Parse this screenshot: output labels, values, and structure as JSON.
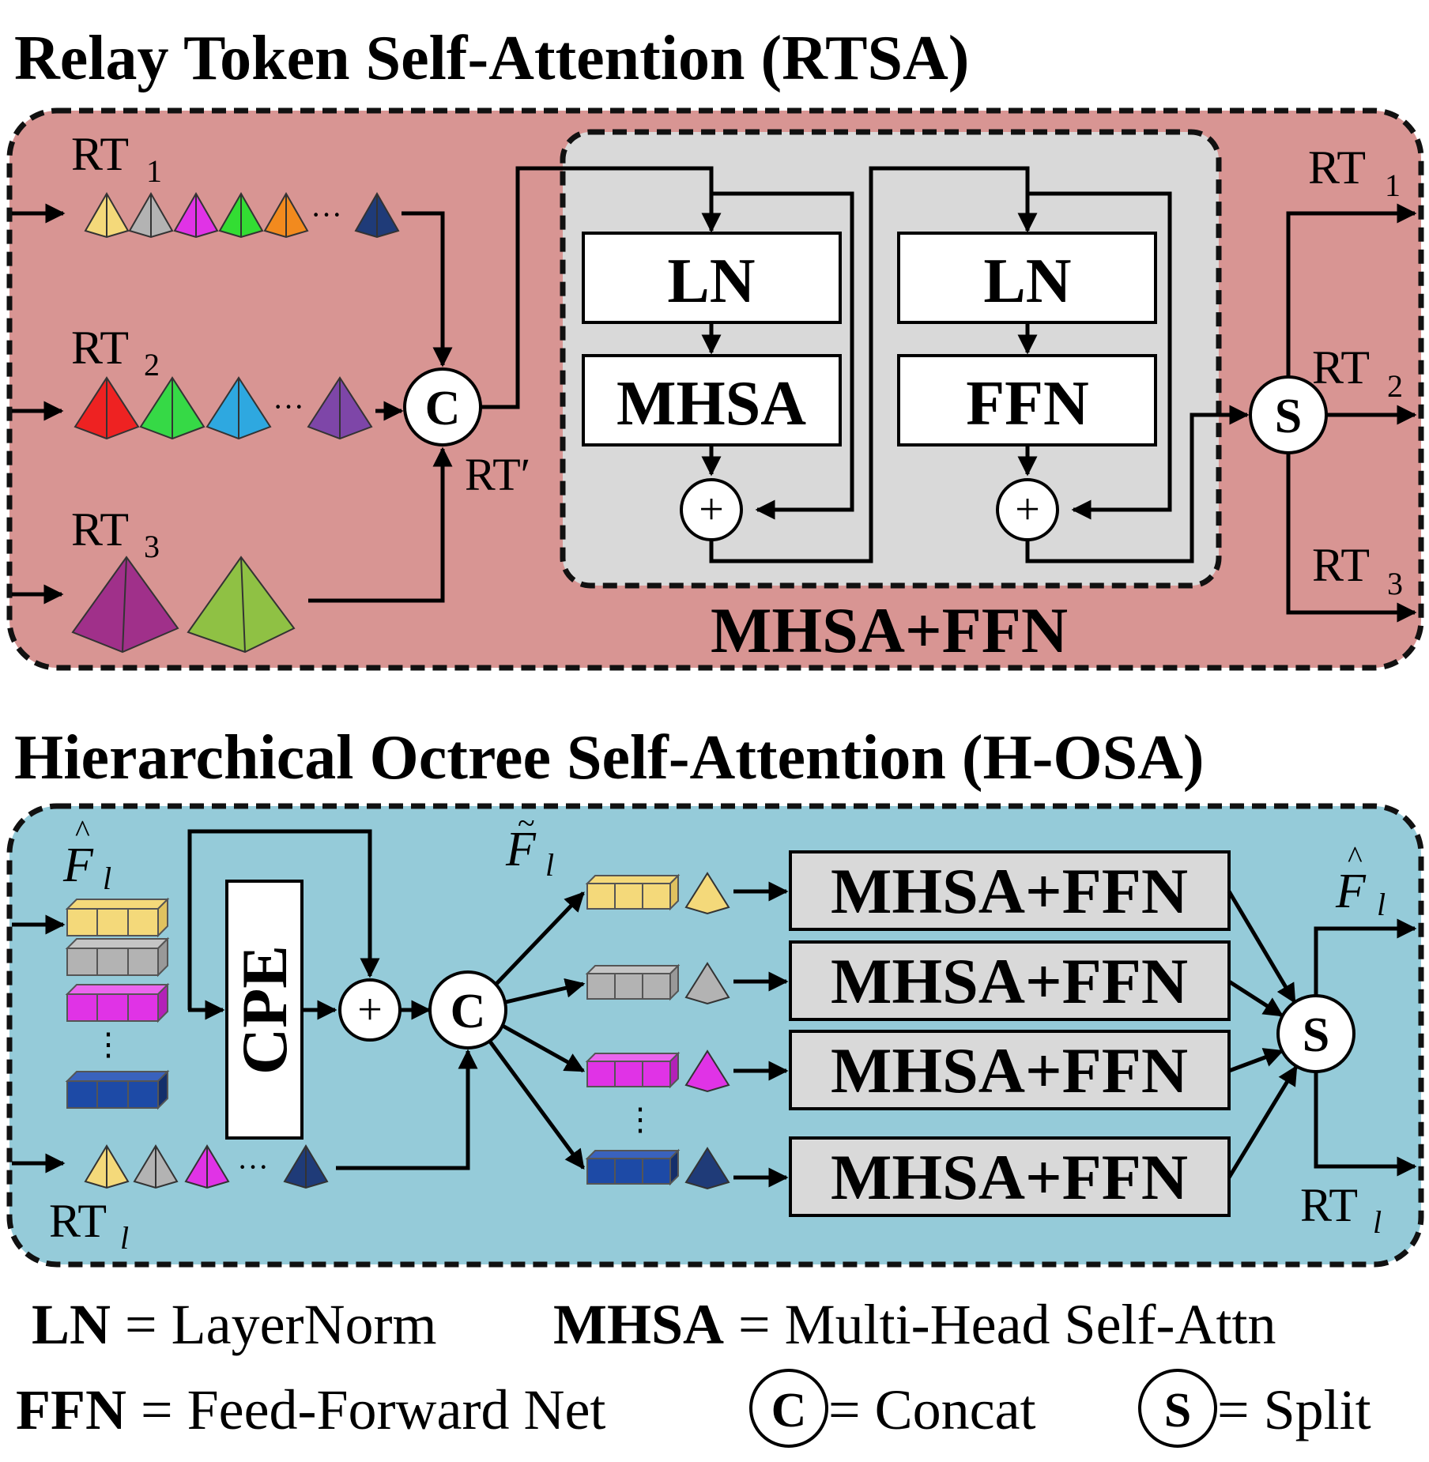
{
  "rtsa": {
    "title": "Relay Token Self-Attention (RTSA)",
    "bg_color": "#d89593",
    "inner_bg_color": "#d9d9d9",
    "inputs": [
      {
        "label": "RT",
        "sub": "1"
      },
      {
        "label": "RT",
        "sub": "2"
      },
      {
        "label": "RT",
        "sub": "3"
      }
    ],
    "concat_symbol": "C",
    "concat_output": "RT′",
    "block1": {
      "norm": "LN",
      "attn": "MHSA",
      "add": "+"
    },
    "block2": {
      "norm": "LN",
      "ffn": "FFN",
      "add": "+"
    },
    "inner_caption": "MHSA+FFN",
    "split_symbol": "S",
    "outputs": [
      {
        "label": "RT",
        "sub": "1"
      },
      {
        "label": "RT",
        "sub": "2"
      },
      {
        "label": "RT",
        "sub": "3"
      }
    ]
  },
  "hosa": {
    "title": "Hierarchical Octree Self-Attention (H-OSA)",
    "bg_color": "#95cbd9",
    "input_feature": "F",
    "input_feature_sub": "l",
    "input_tokens": "RT",
    "input_tokens_sub": "l",
    "cpe_label": "CPE",
    "add_symbol": "+",
    "concat_symbol": "C",
    "mid_feature": "F",
    "mid_feature_sub": "l",
    "branch_blocks": [
      "MHSA+FFN",
      "MHSA+FFN",
      "MHSA+FFN",
      "MHSA+FFN"
    ],
    "split_symbol": "S",
    "output_feature": "F",
    "output_feature_sub": "l",
    "output_tokens": "RT",
    "output_tokens_sub": "l"
  },
  "legend": {
    "ln_key": "LN",
    "ln_value": " = LayerNorm",
    "mhsa_key": "MHSA",
    "mhsa_value": " = Multi-Head Self-Attn",
    "ffn_key": "FFN",
    "ffn_value": " = Feed-Forward Net",
    "c_symbol": "C",
    "c_value": " = Concat",
    "s_symbol": "S",
    "s_value": " = Split"
  },
  "colors": {
    "yellow": "#f4d97a",
    "gray": "#b3b3b3",
    "magenta": "#e033e6",
    "green": "#33dd33",
    "orange": "#f28a1e",
    "navy": "#1f3b78",
    "red": "#ee2222",
    "bright_green": "#36d946",
    "cyan": "#2ea8e0",
    "purple": "#7e46a8",
    "dark_magenta": "#a0308a",
    "lime": "#8fc144",
    "blue": "#1d4aa6"
  }
}
